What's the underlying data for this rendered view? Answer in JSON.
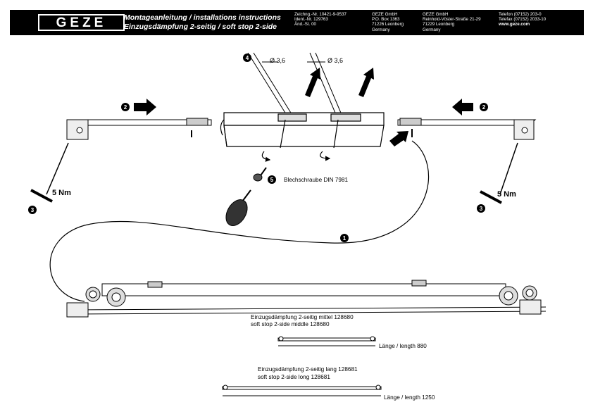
{
  "header": {
    "logo": "GEZE",
    "title_line1": "Montageanleitung / installations instructions",
    "title_line2": "Einzugsdämpfung  2-seitig / soft stop 2-side",
    "drawing": [
      "Zeichng.-Nr. 10421-9-9537",
      "Ident.-Nr. 129763",
      "Änd.-St. 00"
    ],
    "address1": [
      "GEZE GmbH",
      "P.O. Box 1363",
      "71226 Leonberg",
      "Germany"
    ],
    "address2": [
      "GEZE GmbH",
      "Reinhold-Vöster-Straße 21-29",
      "71229 Leonberg",
      "Germany"
    ],
    "contact": [
      "Telefon (07152) 203-0",
      "Telefax (07152) 2033-10",
      "www.geze.com"
    ]
  },
  "diagram": {
    "dim_left": "Ø 3,6",
    "dim_right": "Ø 3,6",
    "steps": {
      "s1": "1",
      "s2": "2",
      "s3": "3",
      "s4": "4",
      "s5": "5"
    },
    "torque": "5 Nm",
    "screw_label": "Blechschraube  DIN 7981"
  },
  "variants": [
    {
      "name_de": "Einzugsdämpfung  2-seitig  mittel  128680",
      "name_en": "soft stop 2-side middle   128680",
      "length": "Länge / length  880"
    },
    {
      "name_de": "Einzugsdämpfung  2-seitig  lang 128681",
      "name_en": "soft stop 2-side long  128681",
      "length": "Länge / length  1250"
    }
  ]
}
